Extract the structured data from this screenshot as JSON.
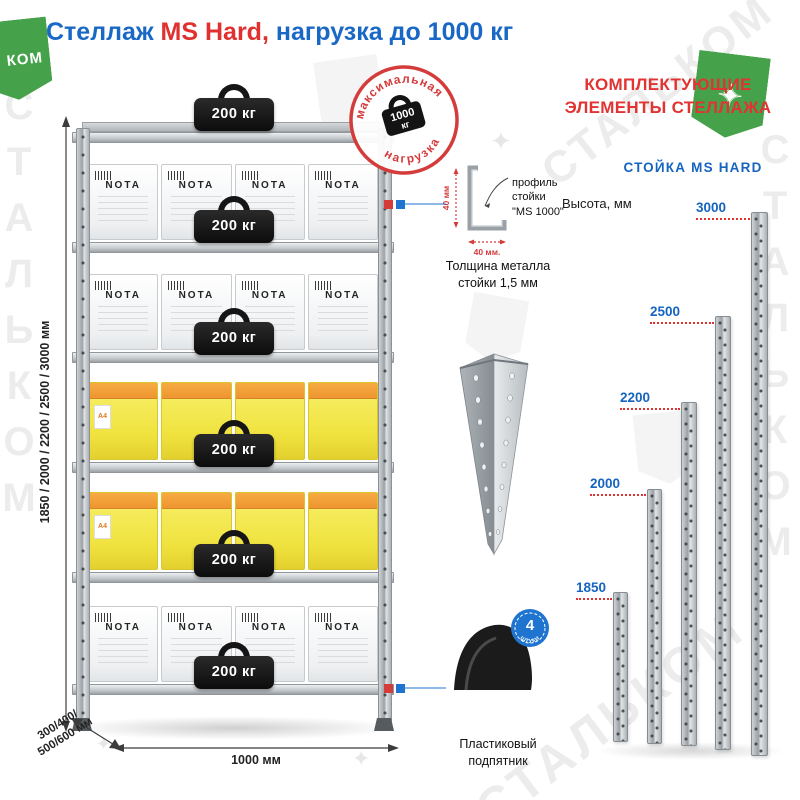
{
  "title": {
    "prefix": "Стеллаж ",
    "highlight": "MS Hard,",
    "suffix": " нагрузка до 1000 кг"
  },
  "watermark": {
    "brand": "СТАЛЬКОМ",
    "brand_fragment": "КОМ",
    "sparkle": "✦"
  },
  "rack": {
    "weight_label": "200 кг",
    "box_brand": "NOTA",
    "pack_label": "A4",
    "stamp": {
      "top": "максимальная",
      "center_line1": "1000",
      "center_line2": "кг",
      "bottom": "нагрузка"
    },
    "dimensions": {
      "height": "1850 / 2000 / 2200 / 2500 / 3000 мм",
      "depth_line1": "300/400/",
      "depth_line2": "500/600 мм",
      "width": "1000 мм"
    }
  },
  "profile": {
    "label_line1": "профиль",
    "label_line2": "стойки",
    "label_line3": "\"MS 1000\"",
    "dim_vertical": "40 мм",
    "dim_horizontal": "40 мм.",
    "thickness_line1": "Толщина металла",
    "thickness_line2": "стойки 1,5 мм"
  },
  "components": {
    "heading_line1": "КОМПЛЕКТУЮЩИЕ",
    "heading_line2": "ЭЛЕМЕНТЫ СТЕЛЛАЖА",
    "post_section_title": "СТОЙКА MS HARD",
    "height_axis_label": "Высота, мм",
    "post_heights": [
      {
        "value": "1850"
      },
      {
        "value": "2000"
      },
      {
        "value": "2200"
      },
      {
        "value": "2500"
      },
      {
        "value": "3000"
      }
    ]
  },
  "foot": {
    "badge_number": "4",
    "badge_text": "ШТУКИ",
    "label_line1": "Пластиковый",
    "label_line2": "подпятник"
  },
  "colors": {
    "accent_blue": "#1565c0",
    "accent_red": "#e23333",
    "brand_green": "#46a24a",
    "pack_yellow": "#f3e84e",
    "metal_gray": "#a8aeb2"
  }
}
